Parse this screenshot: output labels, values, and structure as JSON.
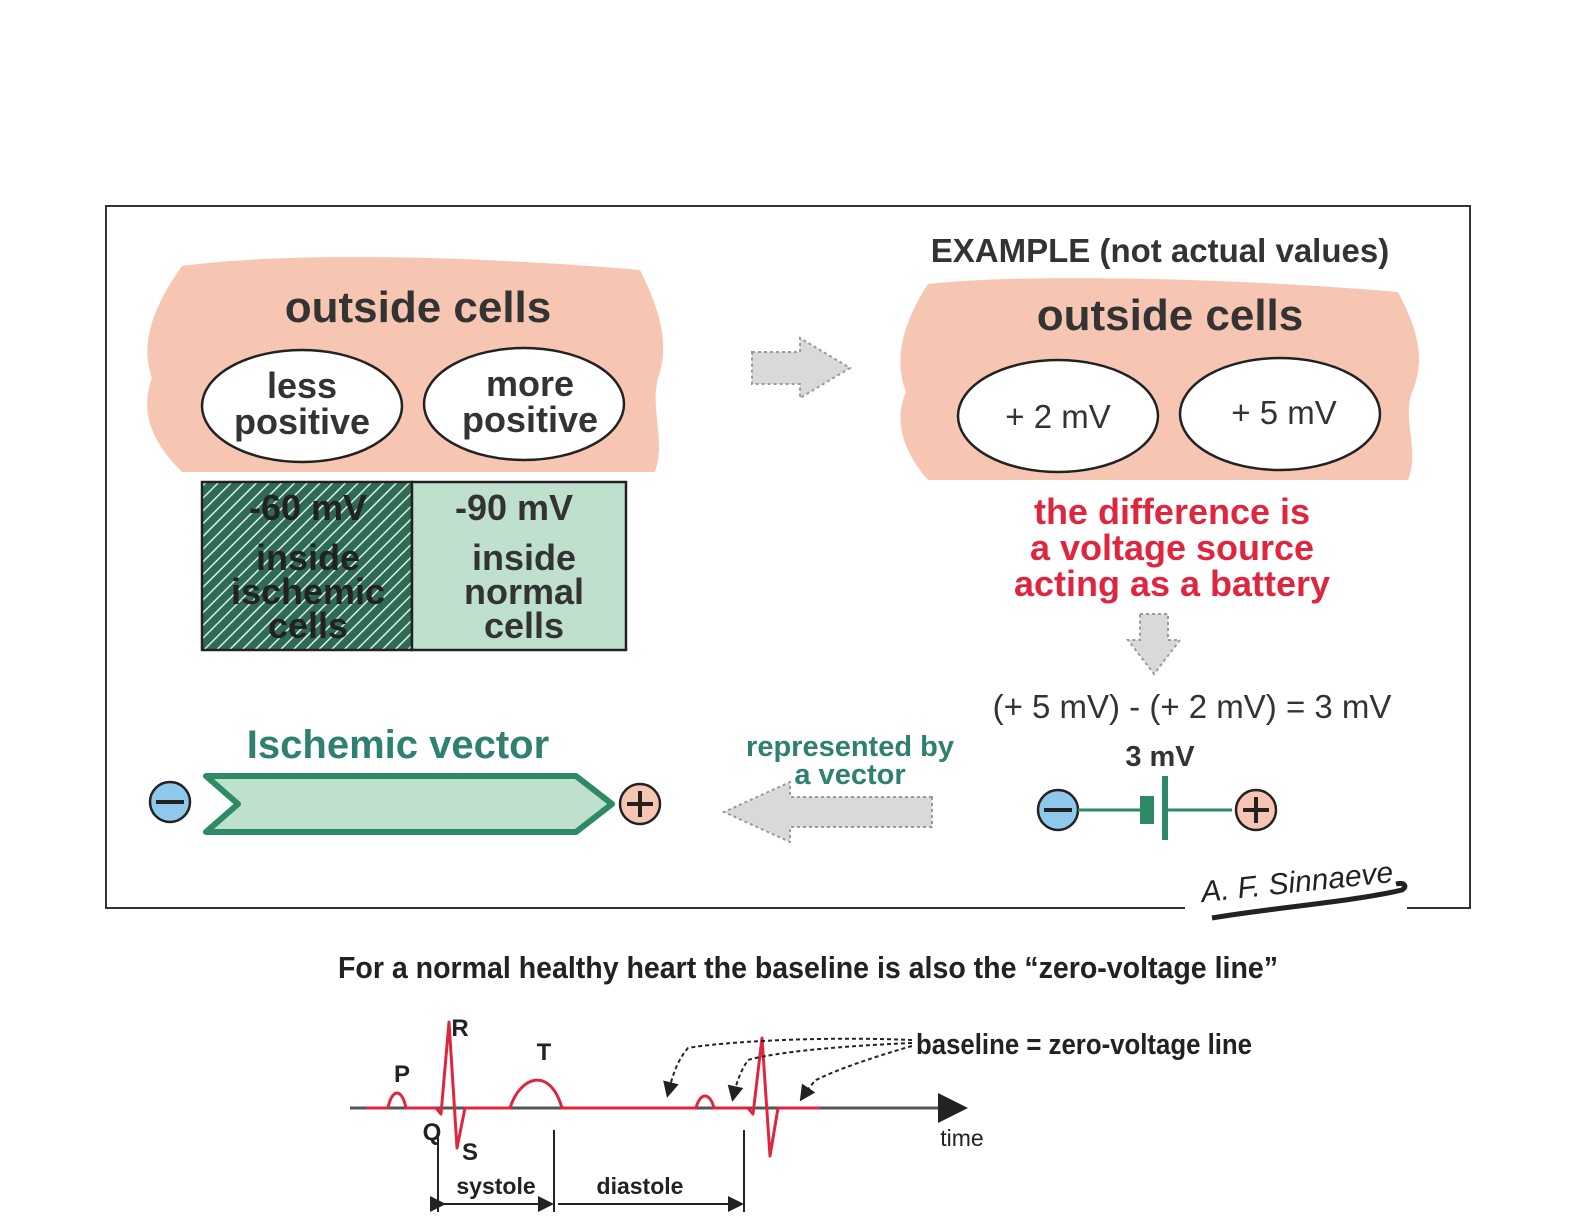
{
  "panel": {
    "left_cells": {
      "outside_label": "outside cells",
      "less_positive": [
        "less",
        "positive"
      ],
      "more_positive": [
        "more",
        "positive"
      ],
      "ischemic_mv": "-60 mV",
      "ischemic_inside": [
        "inside",
        "ischemic",
        "cells"
      ],
      "normal_mv": "-90 mV",
      "normal_inside": [
        "inside",
        "normal",
        "cells"
      ]
    },
    "example": {
      "heading": "EXAMPLE (not actual values)",
      "outside_label": "outside cells",
      "left_value": "+ 2 mV",
      "right_value": "+ 5 mV",
      "difference_lines": [
        "the difference is",
        "a voltage source",
        "acting as a battery"
      ],
      "equation": "(+ 5 mV) - (+ 2 mV) = 3 mV",
      "battery_label": "3 mV"
    },
    "vector": {
      "title": "Ischemic vector",
      "represented_lines": [
        "represented by",
        "a vector"
      ]
    },
    "signature": "A. F. Sinnaeve"
  },
  "ecg": {
    "caption": "For a normal healthy heart the baseline is also the “zero-voltage line”",
    "baseline_label": "baseline = zero-voltage line",
    "wave_labels": {
      "p": "P",
      "q": "Q",
      "r": "R",
      "s": "S",
      "t": "T"
    },
    "time_label": "time",
    "systole_label": "systole",
    "diastole_label": "diastole"
  },
  "colors": {
    "peach": "#f6c6b3",
    "green_fill": "#bfe0cc",
    "green_dark": "#2e8a66",
    "teal_text": "#2f8070",
    "red_text": "#e0263f",
    "ecg_red": "#e0263f",
    "minus_blue": "#8ec8ea"
  }
}
